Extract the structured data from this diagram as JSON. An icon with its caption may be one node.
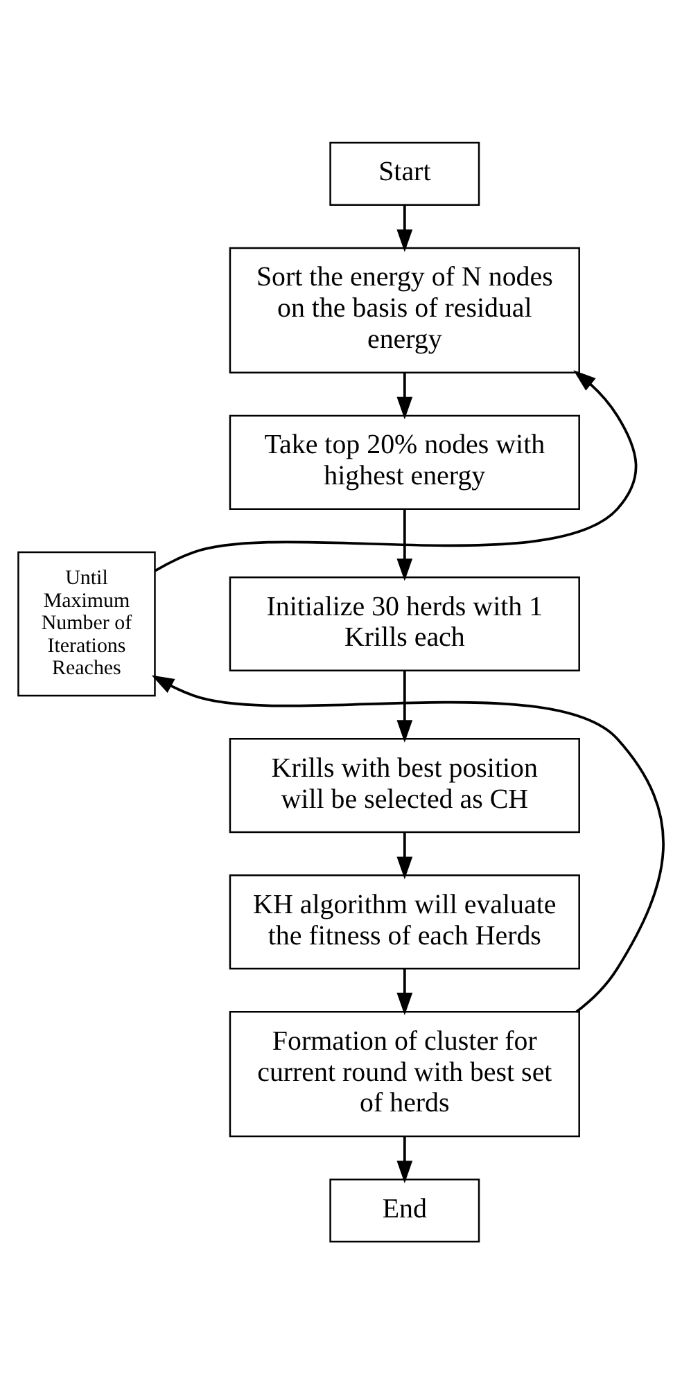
{
  "diagram": {
    "nodes": [
      {
        "text": [
          "Start"
        ]
      },
      {
        "text": [
          "Sort the energy of N nodes on the basis of residual energy"
        ]
      },
      {
        "text": [
          "Take top 20% nodes with highest energy"
        ]
      },
      {
        "text": [
          "Initialize 30 herds with 1 Krills each"
        ]
      },
      {
        "text": [
          "Krills with best position will be selected as CH"
        ]
      },
      {
        "text": [
          "KH algorithm will evaluate the fitness of each Herds"
        ]
      },
      {
        "text": [
          "Formation of cluster for current round with best set of herds"
        ]
      },
      {
        "text": [
          "End"
        ]
      },
      {
        "text": [
          "Until Maximum Number of Iterations Reaches"
        ]
      }
    ],
    "edges": [
      {
        "from": 0,
        "to": 1,
        "arrow": "to"
      },
      {
        "from": 1,
        "to": 2,
        "arrow": "to"
      },
      {
        "from": 2,
        "to": 3,
        "arrow": "to"
      },
      {
        "from": 3,
        "to": 4,
        "arrow": "to"
      },
      {
        "from": 4,
        "to": 5,
        "arrow": "to"
      },
      {
        "from": 5,
        "to": 6,
        "arrow": "to"
      },
      {
        "from": 6,
        "to": 7,
        "arrow": "to"
      },
      {
        "from": 6,
        "to": 8,
        "arrow": "to"
      },
      {
        "from": 8,
        "to": 1,
        "arrow": "to"
      }
    ]
  }
}
